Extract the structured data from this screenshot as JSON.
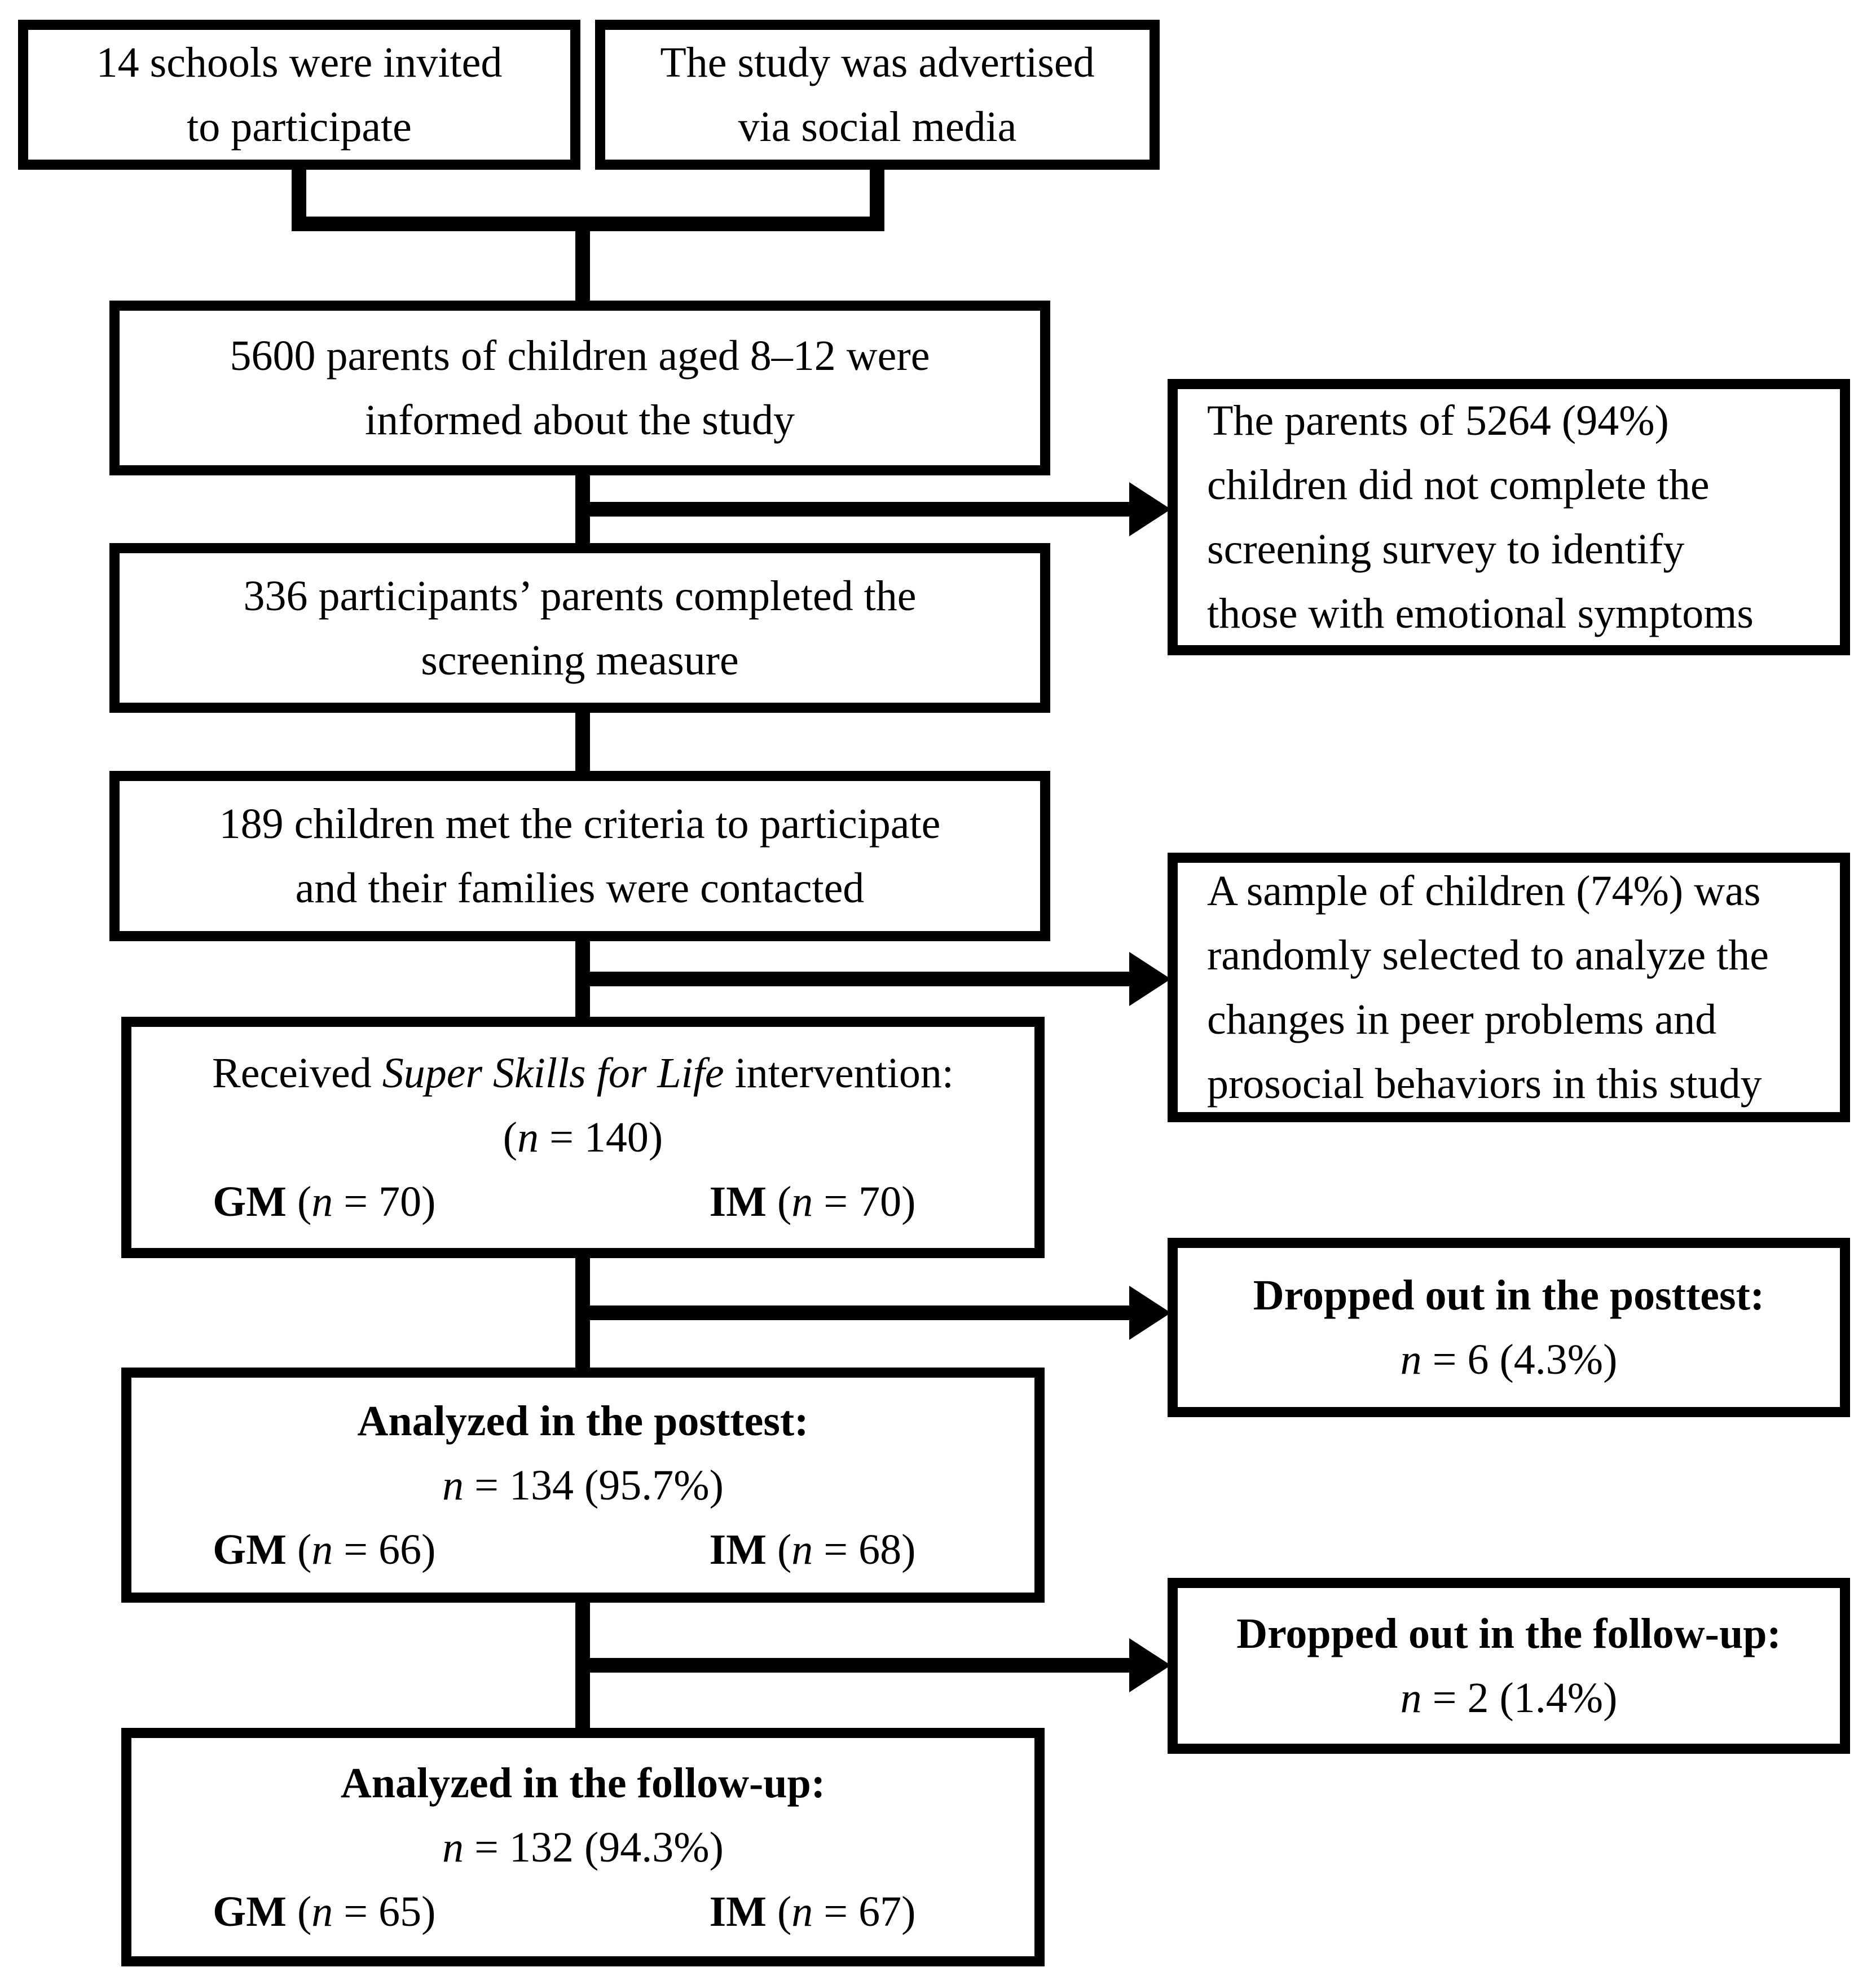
{
  "boxes": {
    "invited": {
      "line1": "14 schools were invited",
      "line2": "to participate"
    },
    "advertised": {
      "line1": "The study was advertised",
      "line2": "via social media"
    },
    "informed": {
      "line1": "5600 parents of children aged 8–12 were",
      "line2": "informed about the study"
    },
    "screened": {
      "line1": "336 participants’ parents completed the",
      "line2": "screening measure"
    },
    "criteria": {
      "line1": "189 children met the criteria to participate",
      "line2": "and their families were contacted"
    },
    "intervention": {
      "title_pre": "Received ",
      "title_italic": "Super Skills for Life",
      "title_post": " intervention:",
      "n_open": "(",
      "n_var": "n",
      "n_value": " = 140)",
      "gm_label": "GM",
      "gm_open": " (",
      "gm_var": "n",
      "gm_value": " = 70)",
      "im_label": "IM",
      "im_open": " (",
      "im_var": "n",
      "im_value": " = 70)"
    },
    "posttest": {
      "title": "Analyzed in the posttest:",
      "n_var": "n",
      "n_value": " = 134 (95.7%)",
      "gm_label": "GM",
      "gm_open": " (",
      "gm_var": "n",
      "gm_value": " = 66)",
      "im_label": "IM",
      "im_open": " (",
      "im_var": "n",
      "im_value": " = 68)"
    },
    "followup": {
      "title": "Analyzed in the follow-up:",
      "n_var": "n",
      "n_value": " = 132 (94.3%)",
      "gm_label": "GM",
      "gm_open": " (",
      "gm_var": "n",
      "gm_value": " = 65)",
      "im_label": "IM",
      "im_open": " (",
      "im_var": "n",
      "im_value": " = 67)"
    }
  },
  "side_boxes": {
    "not_completed": {
      "line1": "The parents of 5264 (94%)",
      "line2": "children did not complete the",
      "line3": "screening survey to identify",
      "line4": "those with emotional symptoms"
    },
    "random_sample": {
      "line1": "A sample of children (74%) was",
      "line2": "randomly selected to analyze the",
      "line3": "changes in peer problems and",
      "line4": "prosocial behaviors in this study"
    },
    "dropout_posttest": {
      "title": "Dropped out in the posttest:",
      "n_var": "n",
      "n_value": " = 6 (4.3%)"
    },
    "dropout_followup": {
      "title": "Dropped out in the follow-up:",
      "n_var": "n",
      "n_value": " = 2 (1.4%)"
    }
  },
  "colors": {
    "ink": "#000000",
    "background": "#ffffff"
  }
}
